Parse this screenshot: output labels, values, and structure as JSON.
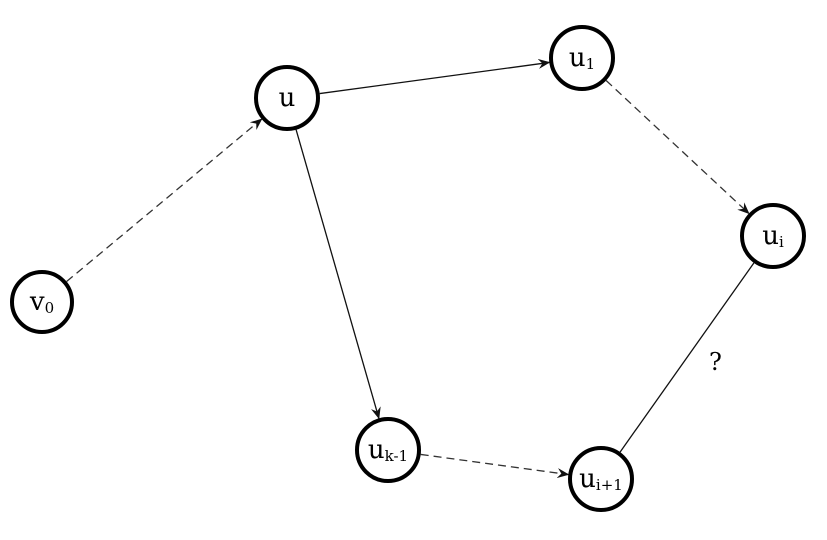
{
  "nodes": [
    {
      "id": "v0",
      "base": "v",
      "sub": "0"
    },
    {
      "id": "u",
      "base": "u",
      "sub": ""
    },
    {
      "id": "u1",
      "base": "u",
      "sub": "1"
    },
    {
      "id": "ui",
      "base": "u",
      "sub": "i"
    },
    {
      "id": "uk1",
      "base": "u",
      "sub": "k-1"
    },
    {
      "id": "ui1",
      "base": "u",
      "sub": "i+1"
    }
  ],
  "edges": [
    {
      "from": "v0",
      "to": "u",
      "style": "dashed",
      "directed": true
    },
    {
      "from": "u",
      "to": "u1",
      "style": "solid",
      "directed": true
    },
    {
      "from": "u1",
      "to": "ui",
      "style": "dashed",
      "directed": true
    },
    {
      "from": "u",
      "to": "uk1",
      "style": "solid",
      "directed": true
    },
    {
      "from": "uk1",
      "to": "ui1",
      "style": "dashed",
      "directed": true
    },
    {
      "from": "ui",
      "to": "ui1",
      "style": "solid",
      "directed": false,
      "label": "?",
      "color": "#5555bb"
    }
  ]
}
